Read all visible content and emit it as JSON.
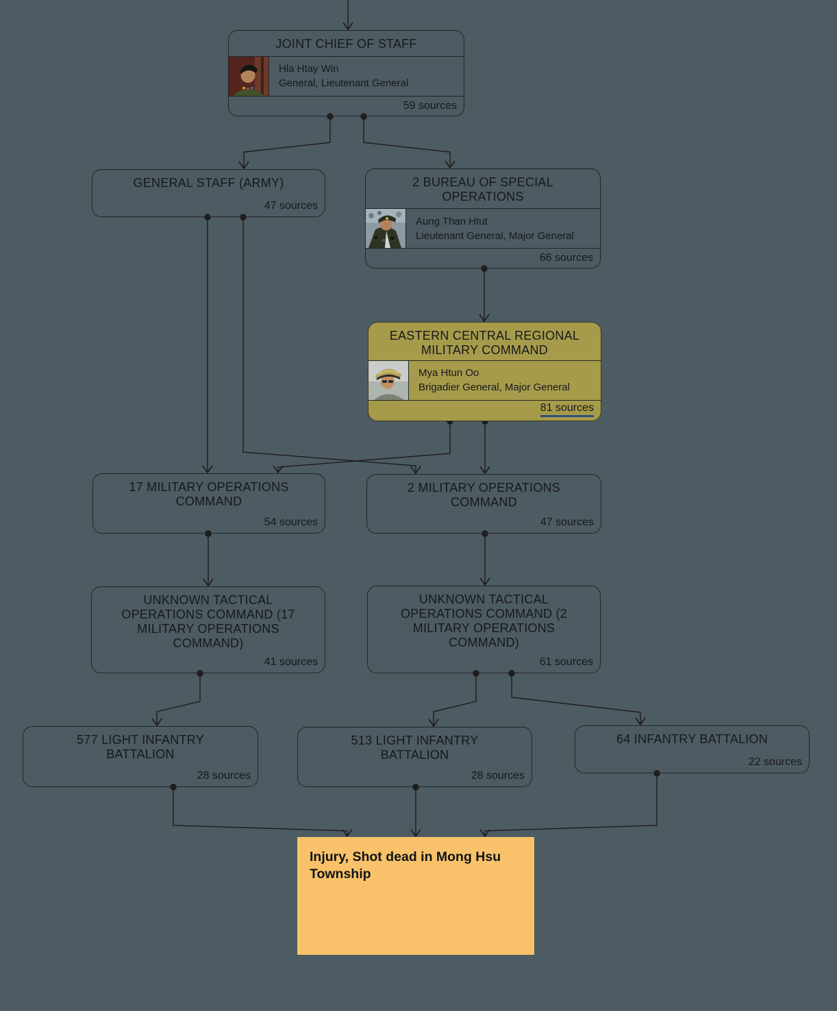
{
  "colors": {
    "bg": "#4d5b63",
    "khaki": "#a69b4b",
    "orange": "#f9c26a",
    "underline": "#2e4f7d",
    "line": "#1f1d1a"
  },
  "nodes": [
    {
      "id": "jcs",
      "title": "JOINT CHIEF OF STAFF",
      "officer": {
        "name": "Hla Htay Win",
        "ranks": "General, Lieutenant General"
      },
      "sources": "59 sources"
    },
    {
      "id": "gsa",
      "title": "GENERAL STAFF (ARMY)",
      "sources": "47 sources"
    },
    {
      "id": "bso2",
      "title": "2 BUREAU OF SPECIAL OPERATIONS",
      "officer": {
        "name": "Aung Than Htut",
        "ranks": "Lieutenant General, Major General"
      },
      "sources": "66 sources"
    },
    {
      "id": "ecrmc",
      "title": "EASTERN CENTRAL REGIONAL MILITARY COMMAND",
      "officer": {
        "name": "Mya Htun Oo",
        "ranks": "Brigadier General, Major General"
      },
      "sources": "81 sources",
      "highlighted": true
    },
    {
      "id": "moc17",
      "title": "17 MILITARY OPERATIONS COMMAND",
      "sources": "54 sources"
    },
    {
      "id": "moc2",
      "title": "2 MILITARY OPERATIONS COMMAND",
      "sources": "47 sources"
    },
    {
      "id": "utoc17",
      "title": "UNKNOWN TACTICAL OPERATIONS COMMAND (17 MILITARY OPERATIONS COMMAND)",
      "sources": "41 sources"
    },
    {
      "id": "utoc2",
      "title": "UNKNOWN TACTICAL OPERATIONS COMMAND (2 MILITARY OPERATIONS COMMAND)",
      "sources": "61 sources"
    },
    {
      "id": "lib577",
      "title": "577 LIGHT INFANTRY BATTALION",
      "sources": "28 sources"
    },
    {
      "id": "lib513",
      "title": "513 LIGHT INFANTRY BATTALION",
      "sources": "28 sources"
    },
    {
      "id": "ib64",
      "title": "64 INFANTRY BATTALION",
      "sources": "22 sources"
    }
  ],
  "event": {
    "label": "Injury, Shot dead in Mong Hsu Township"
  },
  "edges": [
    {
      "from": null,
      "to": "jcs"
    },
    {
      "from": "jcs",
      "to": "gsa"
    },
    {
      "from": "jcs",
      "to": "bso2"
    },
    {
      "from": "bso2",
      "to": "ecrmc"
    },
    {
      "from": "gsa",
      "to": "moc17"
    },
    {
      "from": "gsa",
      "to": "moc2"
    },
    {
      "from": "ecrmc",
      "to": "moc17"
    },
    {
      "from": "ecrmc",
      "to": "moc2"
    },
    {
      "from": "moc17",
      "to": "utoc17"
    },
    {
      "from": "moc2",
      "to": "utoc2"
    },
    {
      "from": "utoc17",
      "to": "lib577"
    },
    {
      "from": "utoc2",
      "to": "lib513"
    },
    {
      "from": "utoc2",
      "to": "ib64"
    },
    {
      "from": "lib577",
      "to": "event"
    },
    {
      "from": "lib513",
      "to": "event"
    },
    {
      "from": "ib64",
      "to": "event"
    }
  ]
}
